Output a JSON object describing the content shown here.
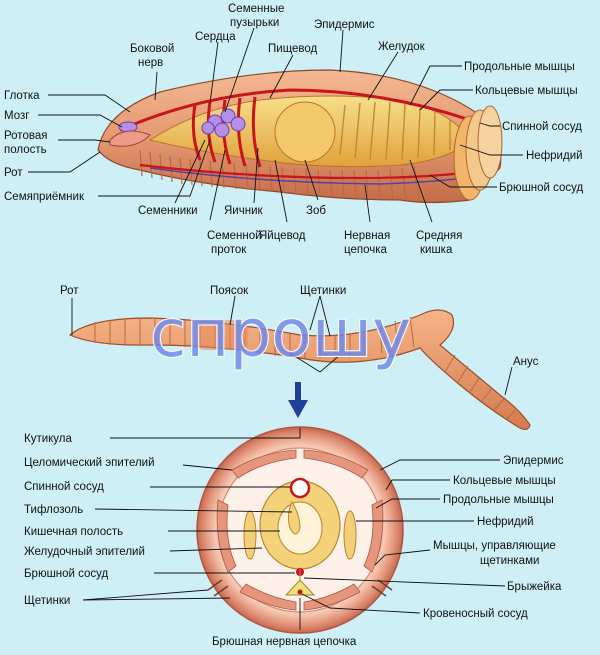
{
  "watermark": "спрошу",
  "longitudinal": {
    "labels": {
      "pharynx": "Глотка",
      "brain": "Мозг",
      "mouth_cavity_1": "Ротовая",
      "mouth_cavity_2": "полость",
      "mouth": "Рот",
      "spermatheca": "Семяприёмник",
      "lateral_nerve_1": "Боковой",
      "lateral_nerve_2": "нерв",
      "hearts": "Сердца",
      "seminal_vesicles_1": "Семенные",
      "seminal_vesicles_2": "пузырьки",
      "esophagus": "Пищевод",
      "epidermis": "Эпидермис",
      "stomach": "Желудок",
      "longitudinal_muscles": "Продольные мышцы",
      "circular_muscles": "Кольцевые мышцы",
      "dorsal_vessel": "Спинной сосуд",
      "nephridium": "Нефридий",
      "ventral_vessel": "Брюшной сосуд",
      "testes": "Семенники",
      "sperm_duct_1": "Семенной",
      "sperm_duct_2": "проток",
      "ovary": "Яичник",
      "oviduct": "Яйцевод",
      "crop": "Зоб",
      "nerve_cord_1": "Нервная",
      "nerve_cord_2": "цепочка",
      "midgut_1": "Средняя",
      "midgut_2": "кишка"
    }
  },
  "external": {
    "labels": {
      "mouth": "Рот",
      "clitellum": "Поясок",
      "setae": "Щетинки",
      "anus": "Анус"
    }
  },
  "cross_section": {
    "labels": {
      "cuticle": "Кутикула",
      "coelomic_epithelium": "Целомический эпителий",
      "dorsal_vessel": "Спинной сосуд",
      "typhlosole": "Тифлозоль",
      "intestinal_cavity": "Кишечная полость",
      "gastric_epithelium": "Желудочный эпителий",
      "ventral_vessel": "Брюшной сосуд",
      "setae": "Щетинки",
      "epidermis": "Эпидермис",
      "circular_muscles": "Кольцевые мышцы",
      "longitudinal_muscles": "Продольные мышцы",
      "nephridium": "Нефридий",
      "setae_muscles_1": "Мышцы, управляющие",
      "setae_muscles_2": "щетинками",
      "mesentery": "Брыжейка",
      "blood_vessel": "Кровеносный сосуд",
      "ventral_nerve_cord": "Брюшная нервная цепочка"
    }
  },
  "colors": {
    "background": "#cdeff5",
    "body_outer": "#e8a07a",
    "body_segments": "#d9835b",
    "gut": "#f0c060",
    "vessels": "#c8141c",
    "organs_violet": "#b58ee6",
    "arrow": "#1f3f9a"
  }
}
